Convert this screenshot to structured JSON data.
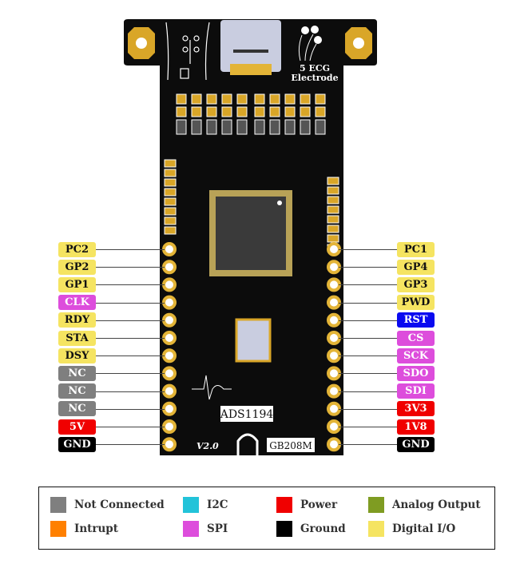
{
  "board": {
    "electrode_text_1": "5 ECG",
    "electrode_text_2": "Electrode",
    "chip_name": "ADS1194",
    "version": "V2.0",
    "model": "GB208M"
  },
  "pins_left": [
    {
      "label": "PC2",
      "color": "#f5e461",
      "text_color": "#111"
    },
    {
      "label": "GP2",
      "color": "#f5e461",
      "text_color": "#111"
    },
    {
      "label": "GP1",
      "color": "#f5e461",
      "text_color": "#111"
    },
    {
      "label": "CLK",
      "color": "#dd4ddc",
      "text_color": "#fff"
    },
    {
      "label": "RDY",
      "color": "#f5e461",
      "text_color": "#111"
    },
    {
      "label": "STA",
      "color": "#f5e461",
      "text_color": "#111"
    },
    {
      "label": "DSY",
      "color": "#f5e461",
      "text_color": "#111"
    },
    {
      "label": "NC",
      "color": "#7f7f7f",
      "text_color": "#fff"
    },
    {
      "label": "NC",
      "color": "#7f7f7f",
      "text_color": "#fff"
    },
    {
      "label": "NC",
      "color": "#7f7f7f",
      "text_color": "#fff"
    },
    {
      "label": "5V",
      "color": "#f00000",
      "text_color": "#fff"
    },
    {
      "label": "GND",
      "color": "#000000",
      "text_color": "#fff"
    }
  ],
  "pins_right": [
    {
      "label": "PC1",
      "color": "#f5e461",
      "text_color": "#111"
    },
    {
      "label": "GP4",
      "color": "#f5e461",
      "text_color": "#111"
    },
    {
      "label": "GP3",
      "color": "#f5e461",
      "text_color": "#111"
    },
    {
      "label": "PWD",
      "color": "#f5e461",
      "text_color": "#111"
    },
    {
      "label": "RST",
      "color": "#0a0af0",
      "text_color": "#fff"
    },
    {
      "label": "CS",
      "color": "#dd4ddc",
      "text_color": "#fff"
    },
    {
      "label": "SCK",
      "color": "#dd4ddc",
      "text_color": "#fff"
    },
    {
      "label": "SDO",
      "color": "#dd4ddc",
      "text_color": "#fff"
    },
    {
      "label": "SDI",
      "color": "#dd4ddc",
      "text_color": "#fff"
    },
    {
      "label": "3V3",
      "color": "#f00000",
      "text_color": "#fff"
    },
    {
      "label": "1V8",
      "color": "#f00000",
      "text_color": "#fff"
    },
    {
      "label": "GND",
      "color": "#000000",
      "text_color": "#fff"
    }
  ],
  "legend": [
    {
      "label": "Not Connected",
      "color": "#7f7f7f"
    },
    {
      "label": "I2C",
      "color": "#22c3d9"
    },
    {
      "label": "Power",
      "color": "#f00000"
    },
    {
      "label": "Analog Output",
      "color": "#7f9c22"
    },
    {
      "label": "Intrupt",
      "color": "#ff8000"
    },
    {
      "label": "SPI",
      "color": "#dd4ddc"
    },
    {
      "label": "Ground",
      "color": "#000000"
    },
    {
      "label": "Digital I/O",
      "color": "#f5e461"
    }
  ]
}
